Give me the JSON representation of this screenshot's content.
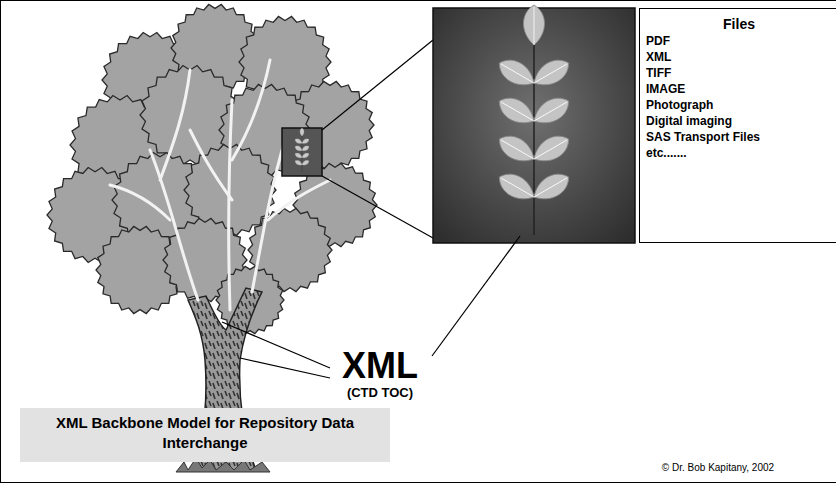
{
  "diagram": {
    "nodes": [
      {
        "text": [
          "Files",
          "PDF",
          "XML",
          "TIFF",
          "IMAGE",
          "Photograph",
          "Digital imaging",
          "SAS Transport Files",
          "etc......."
        ]
      },
      {
        "text": [
          "XML Backbone Model for Repository Data Interchange"
        ]
      }
    ],
    "labels": [
      "XML",
      "(CTD TOC)",
      "© Dr. Bob Kapitany, 2002"
    ]
  }
}
